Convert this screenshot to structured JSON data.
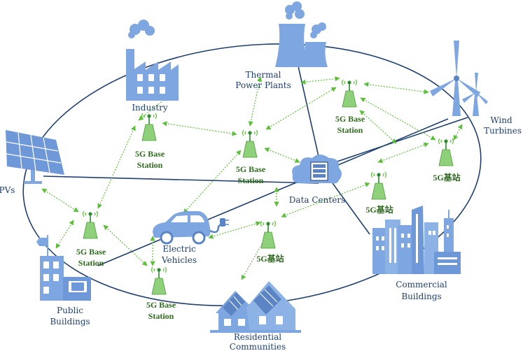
{
  "nodes": {
    "thermal": {
      "label_line1": "Thermal",
      "label_line2": "Power Plants"
    },
    "industry": {
      "label": "Industry"
    },
    "wind": {
      "label_line1": "Wind",
      "label_line2": "Turbines"
    },
    "pvs": {
      "label": "PVs"
    },
    "data_centers": {
      "label": "Data Centers"
    },
    "electric_vehicles": {
      "label_line1": "Electric",
      "label_line2": "Vehicles"
    },
    "commercial": {
      "label_line1": "Commercial",
      "label_line2": "Buildings"
    },
    "public": {
      "label_line1": "Public",
      "label_line2": "Buildings"
    },
    "residential": {
      "label_line1": "Residential",
      "label_line2": "Communities"
    }
  },
  "base_stations": [
    {
      "id": "bs1",
      "line1": "5G Base",
      "line2": "Station"
    },
    {
      "id": "bs2",
      "line1": "5G Base",
      "line2": "Station"
    },
    {
      "id": "bs3",
      "line1": "5G Base",
      "line2": "Station"
    },
    {
      "id": "bs4",
      "line1": "5G Base",
      "line2": "Station"
    },
    {
      "id": "bs5",
      "line1": "5G Base",
      "line2": "Station"
    },
    {
      "id": "bs6",
      "line1": "5G基站",
      "line2": ""
    },
    {
      "id": "bs7",
      "line1": "5G基站",
      "line2": ""
    },
    {
      "id": "bs8",
      "line1": "5G基站",
      "line2": ""
    }
  ],
  "colors": {
    "power_line": "#1f3f6e",
    "comm_link": "#5cbf3a",
    "icon_fill": "#7ea6e0",
    "icon_dark": "#5b84c4",
    "tower_fill": "#8fd17a",
    "bs_text": "#2e6b1e",
    "node_text": "#1f3f6e"
  }
}
